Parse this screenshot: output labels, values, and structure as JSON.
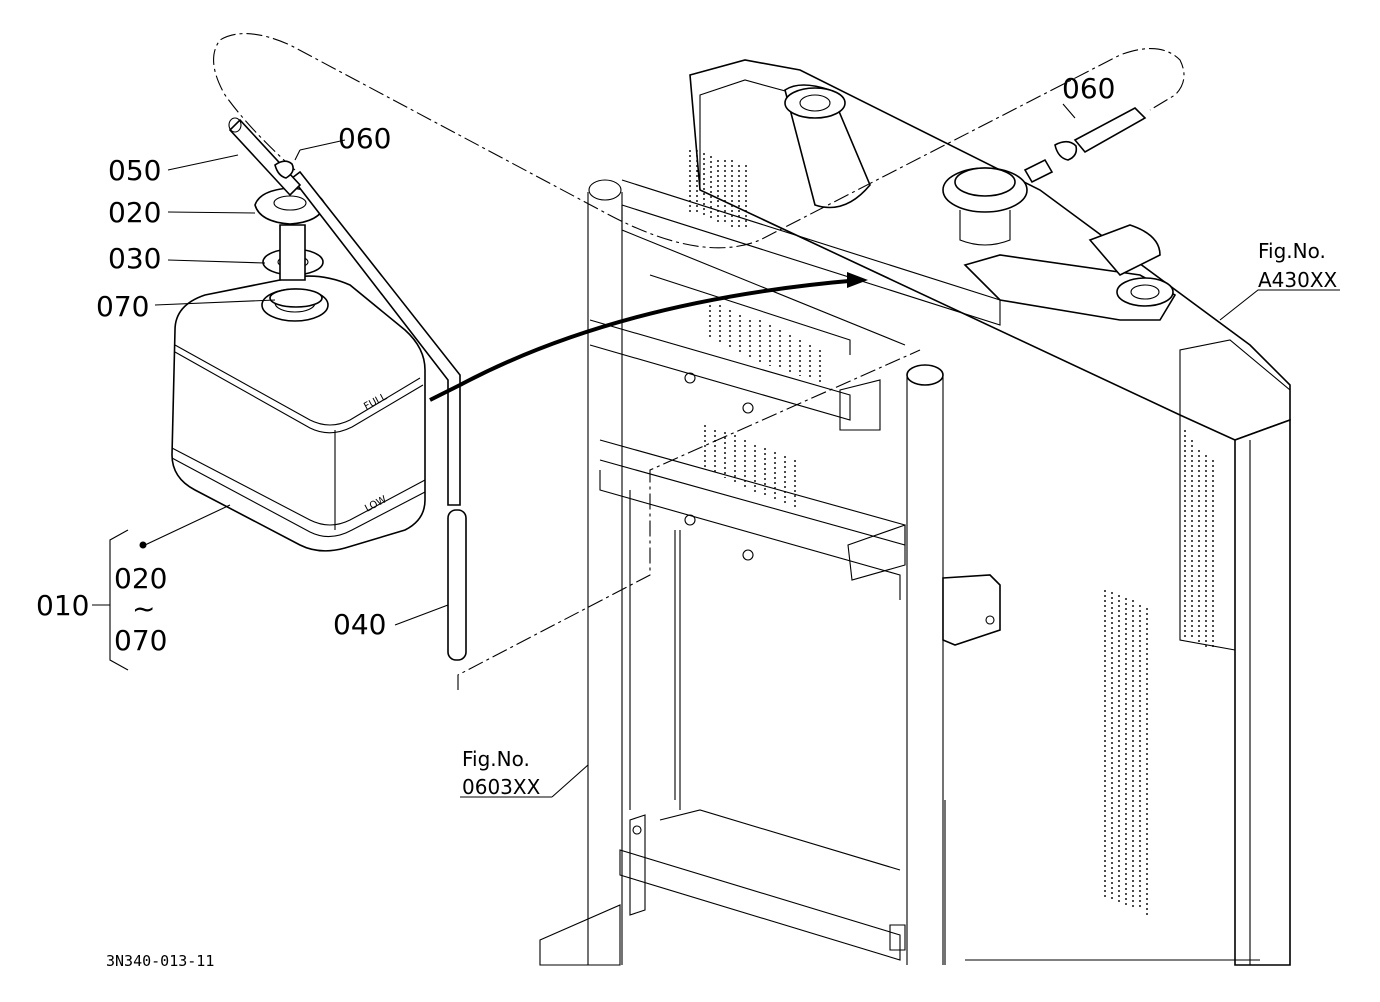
{
  "callouts": {
    "p050": "050",
    "p020": "020",
    "p030": "030",
    "p070": "070",
    "p060_left": "060",
    "p060_right": "060",
    "p040": "040",
    "p010": "010",
    "range_from": "020",
    "range_tilde": "~",
    "range_to": "070"
  },
  "tank": {
    "full_mark": "FULL",
    "low_mark": "LOW"
  },
  "figure_refs": {
    "radiator": {
      "label": "Fig.No.",
      "code": "A430XX"
    },
    "frame": {
      "label": "Fig.No.",
      "code": "0603XX"
    }
  },
  "drawing_code": "3N340-013-11"
}
